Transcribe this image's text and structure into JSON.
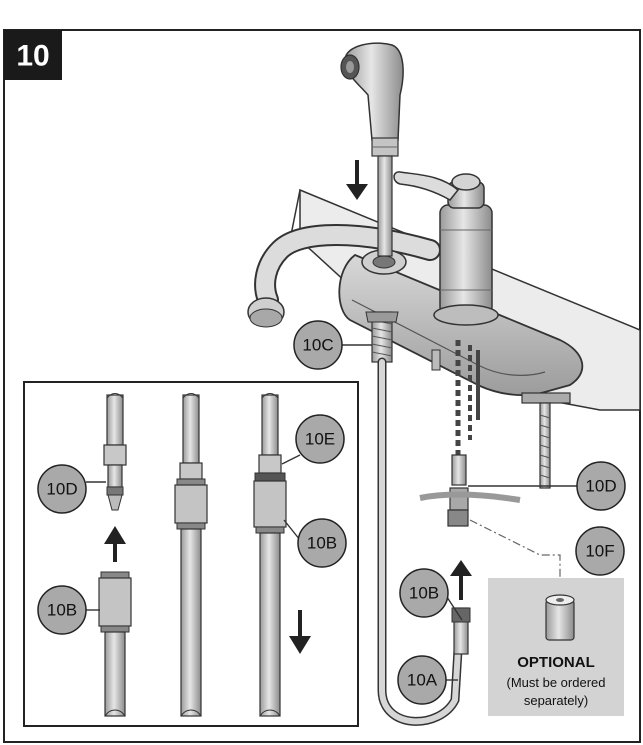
{
  "step_number": "10",
  "callouts": {
    "c10C": "10C",
    "c10D_main": "10D",
    "c10F": "10F",
    "c10B_main": "10B",
    "c10A": "10A",
    "c10D_inset": "10D",
    "c10E": "10E",
    "c10B_inset_right": "10B",
    "c10B_inset_left": "10B"
  },
  "optional_box": {
    "title": "OPTIONAL",
    "line1": "(Must be ordered",
    "line2": "separately)"
  },
  "colors": {
    "frame": "#222222",
    "callout_fill": "#a9a9a9",
    "optional_bg": "#d3d3d3",
    "metal": "#bdbdbd",
    "metal_dark": "#8a8a8a"
  }
}
